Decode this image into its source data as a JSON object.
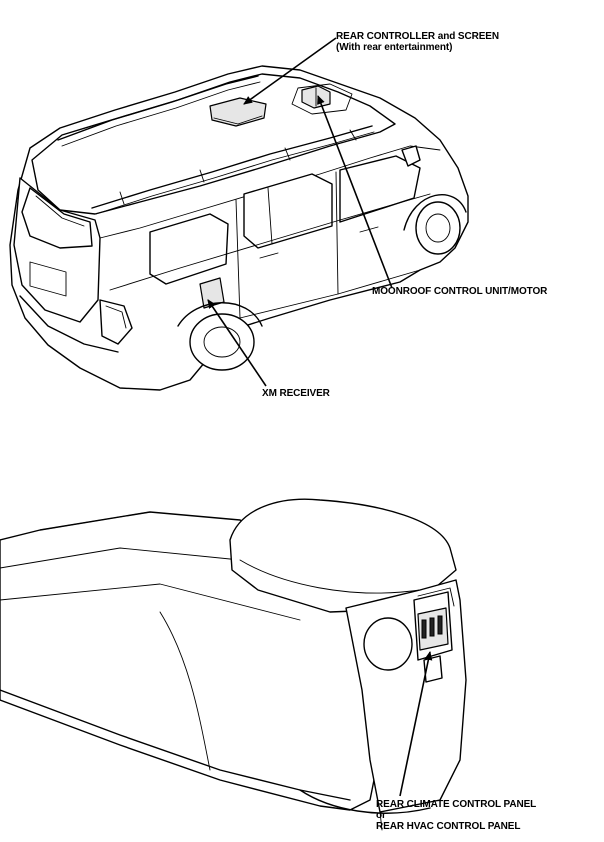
{
  "labels": {
    "rear_controller_line1": "REAR CONTROLLER and SCREEN",
    "rear_controller_line2": "(With rear entertainment)",
    "moonroof": "MOONROOF CONTROL UNIT/MOTOR",
    "xm_receiver": "XM RECEIVER",
    "rear_climate_line1": "REAR CLIMATE CONTROL PANEL",
    "rear_climate_line2": "or",
    "rear_climate_line3": "REAR HVAC CONTROL PANEL"
  }
}
